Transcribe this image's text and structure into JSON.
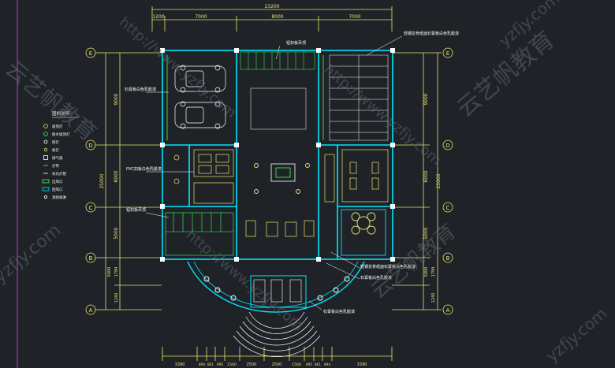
{
  "colors": {
    "background": "#1f2327",
    "dimension": "#e8e36a",
    "wall": "#00e5ff",
    "fixture": "#3cff5a",
    "annotation": "#ffffff",
    "leader": "#ff5a5a",
    "watermark": "#5c6570"
  },
  "top_dimensions": {
    "total": "23200",
    "segments": [
      "1200",
      "7000",
      "8000",
      "7000"
    ]
  },
  "bottom_dimensions": {
    "segments": [
      "3390",
      "894",
      "861",
      "895",
      "1500",
      "2500",
      "2500",
      "1500",
      "895",
      "861",
      "894",
      "3390"
    ]
  },
  "left_dimensions": {
    "overall": "25000",
    "segments": [
      "9000",
      "6000",
      "5000",
      "5000",
      "1794",
      "1240"
    ]
  },
  "right_dimensions": {
    "overall": "25000",
    "segments": [
      "9000",
      "6000",
      "5000",
      "5000",
      "1794",
      "1240"
    ]
  },
  "grid_axes": {
    "left": [
      "E",
      "D",
      "C",
      "B",
      "A"
    ],
    "right": [
      "E",
      "D",
      "C",
      "B",
      "A"
    ]
  },
  "annotations": {
    "top_center": "铝扣板吊顶",
    "top_right": "轻钢龙骨纸面石膏板白色乳胶漆",
    "left_upper": "石膏板白色乳胶漆",
    "left_middle": "PVC扣板白色乳胶漆",
    "left_lower": "铝扣板吊顶",
    "right_lower": "轻钢龙骨纸面石膏板白色乳胶漆",
    "right_lower2": "石膏板白色乳胶漆",
    "bottom_center": "石膏板白色乳胶漆"
  },
  "legend": {
    "title": "图例说明",
    "items": [
      "吸顶灯",
      "防水吸顶灯",
      "筒灯",
      "射灯",
      "排气扇",
      "灯带",
      "日光灯管",
      "出风口",
      "回风口",
      "消防喷淋"
    ]
  },
  "watermarks": [
    "yzfjy.com",
    "云艺帆教育",
    "http://www.yzfjy.com"
  ]
}
